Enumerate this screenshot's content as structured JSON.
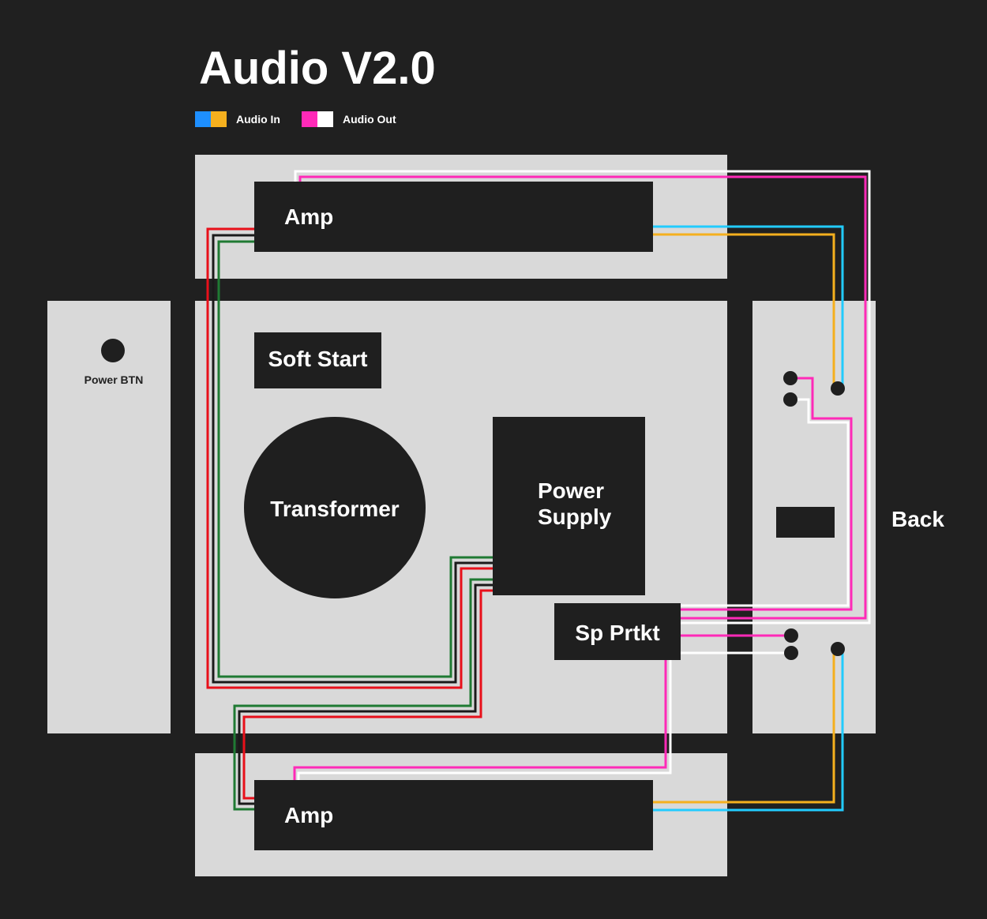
{
  "title": "Audio V2.0",
  "legend": [
    {
      "label": "Audio In",
      "colors": [
        "#1e8fff",
        "#f5b01e"
      ]
    },
    {
      "label": "Audio Out",
      "colors": [
        "#ff2ab8",
        "#ffffff"
      ]
    }
  ],
  "components": {
    "amp_top": "Amp",
    "amp_bottom": "Amp",
    "soft_start": "Soft Start",
    "transformer": "Transformer",
    "power_supply_line1": "Power",
    "power_supply_line2": "Supply",
    "speaker_protect": "Sp Prtkt",
    "power_button": "Power BTN",
    "back": "Back"
  },
  "colors": {
    "background": "#202020",
    "panel": "#d9d9d9",
    "block": "#1f1f1f",
    "wire_red": "#e8101a",
    "wire_black": "#1a1a1a",
    "wire_green": "#1f7a33",
    "wire_cyan": "#22ccff",
    "wire_orange": "#f5b01e",
    "wire_magenta": "#ff2ab8",
    "wire_white": "#ffffff"
  }
}
